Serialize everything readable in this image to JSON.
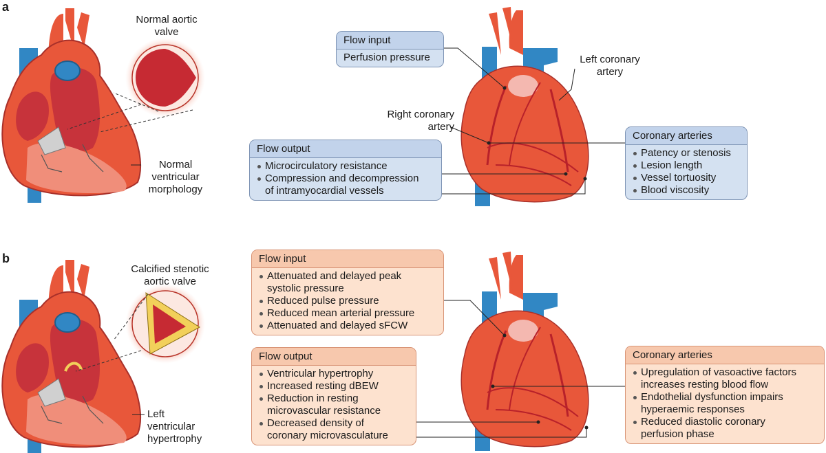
{
  "panel_a": {
    "letter": "a",
    "valve_label": "Normal aortic\nvalve",
    "ventricle_label": "Normal\nventricular\nmorphology",
    "right_coronary_label": "Right coronary\nartery",
    "left_coronary_label": "Left coronary\nartery",
    "flow_input": {
      "title": "Flow input",
      "items": [
        "Perfusion pressure"
      ]
    },
    "flow_output": {
      "title": "Flow output",
      "items": [
        "Microcirculatory resistance",
        "Compression and decompression\nof intramyocardial vessels"
      ]
    },
    "coronary_arteries": {
      "title": "Coronary arteries",
      "items": [
        "Patency or stenosis",
        "Lesion length",
        "Vessel tortuosity",
        "Blood viscosity"
      ]
    }
  },
  "panel_b": {
    "letter": "b",
    "valve_label": "Calcified stenotic\naortic valve",
    "ventricle_label": "Left\nventricular\nhypertrophy",
    "flow_input": {
      "title": "Flow input",
      "items": [
        "Attenuated and delayed peak\nsystolic pressure",
        "Reduced pulse pressure",
        "Reduced mean arterial pressure",
        "Attenuated and delayed sFCW"
      ]
    },
    "flow_output": {
      "title": "Flow output",
      "items": [
        "Ventricular hypertrophy",
        "Increased resting dBEW",
        "Reduction in resting\nmicrovascular resistance",
        "Decreased density of\ncoronary microvasculature"
      ]
    },
    "coronary_arteries": {
      "title": "Coronary arteries",
      "items": [
        "Upregulation of vasoactive factors\nincreases resting blood flow",
        "Endothelial dysfunction impairs\nhyperaemic responses",
        "Reduced diastolic coronary\nperfusion phase"
      ]
    }
  },
  "colors": {
    "heart_red": "#e8573a",
    "heart_dark": "#b8352a",
    "vessel_blue": "#3187c4",
    "box_blue": "#d4e1f1",
    "box_peach": "#fde2cf",
    "calcification": "#f2d05a"
  }
}
